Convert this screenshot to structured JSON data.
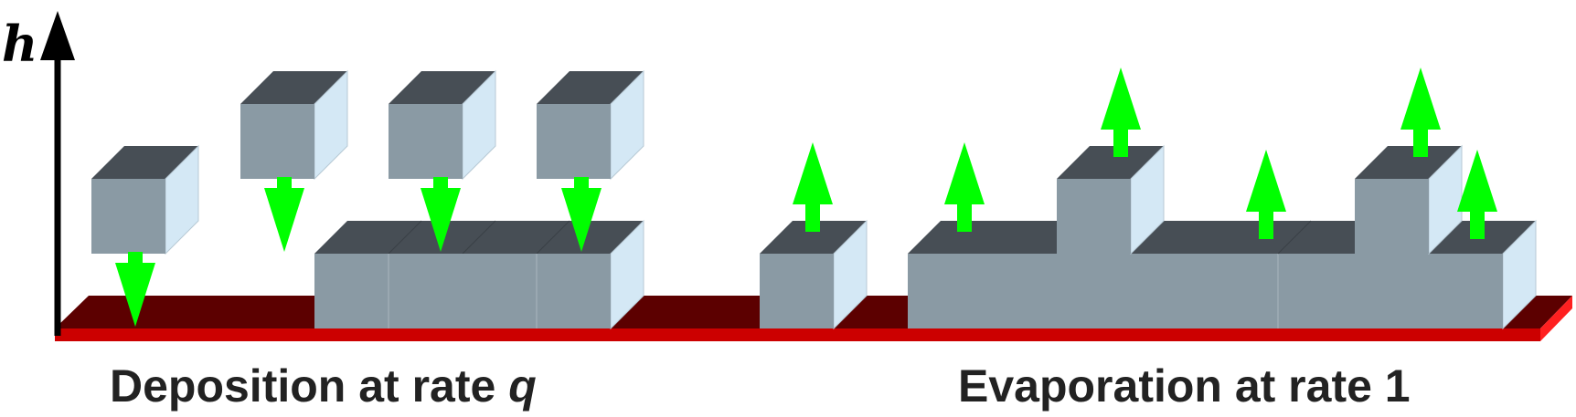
{
  "axis": {
    "label": "h"
  },
  "captions": {
    "deposition": {
      "text": "Deposition at rate ",
      "rate": "q"
    },
    "evaporation": {
      "text": "Evaporation at rate ",
      "rate": "1"
    }
  },
  "colors": {
    "cube_front": "#8a9aa4",
    "cube_top": "#474e55",
    "cube_side": "#d4e8f5",
    "substrate_top": "#5c0000",
    "substrate_front": "#cc0000",
    "substrate_side": "#ff2020",
    "arrow": "#00ff00",
    "axis": "#000000"
  }
}
